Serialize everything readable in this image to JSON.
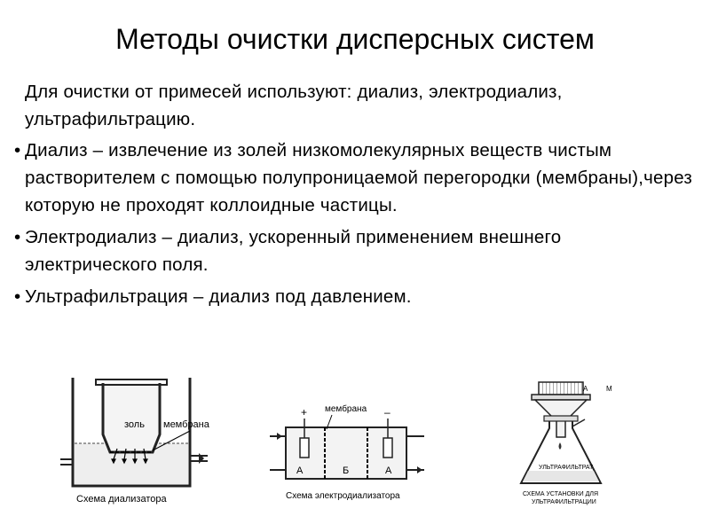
{
  "slide": {
    "title": "Методы очистки дисперсных систем",
    "intro": "Для очистки от примесей используют: диализ, электродиализ, ультрафильтрацию.",
    "bullets": [
      "Диализ – извлечение из золей низкомолекулярных веществ чистым растворителем с помощью полупроницаемой перегородки (мембраны),через которую не проходят коллоидные частицы.",
      "Электродиализ – диализ, ускоренный применением внешнего электрического поля.",
      "Ультрафильтрация – диализ под давлением."
    ],
    "bullet_symbol": "•"
  },
  "figures": {
    "dialyzer": {
      "caption": "Схема диализатора",
      "label_sol": "золь",
      "label_membrane": "мембрана"
    },
    "electrodialyzer": {
      "caption": "Схема электродиализатора",
      "label_membrane": "мембрана",
      "plus": "+",
      "minus": "–",
      "cell_a_left": "А",
      "cell_b": "Б",
      "cell_a_right": "А"
    },
    "ultrafiltration": {
      "caption_line1": "СХЕМА УСТАНОВКИ ДЛЯ",
      "caption_line2": "УЛЬТРАФИЛЬТРАЦИИ",
      "label_a": "А",
      "label_m": "М",
      "label_filtrate": "УЛЬТРАФИЛЬТРАТ"
    }
  }
}
